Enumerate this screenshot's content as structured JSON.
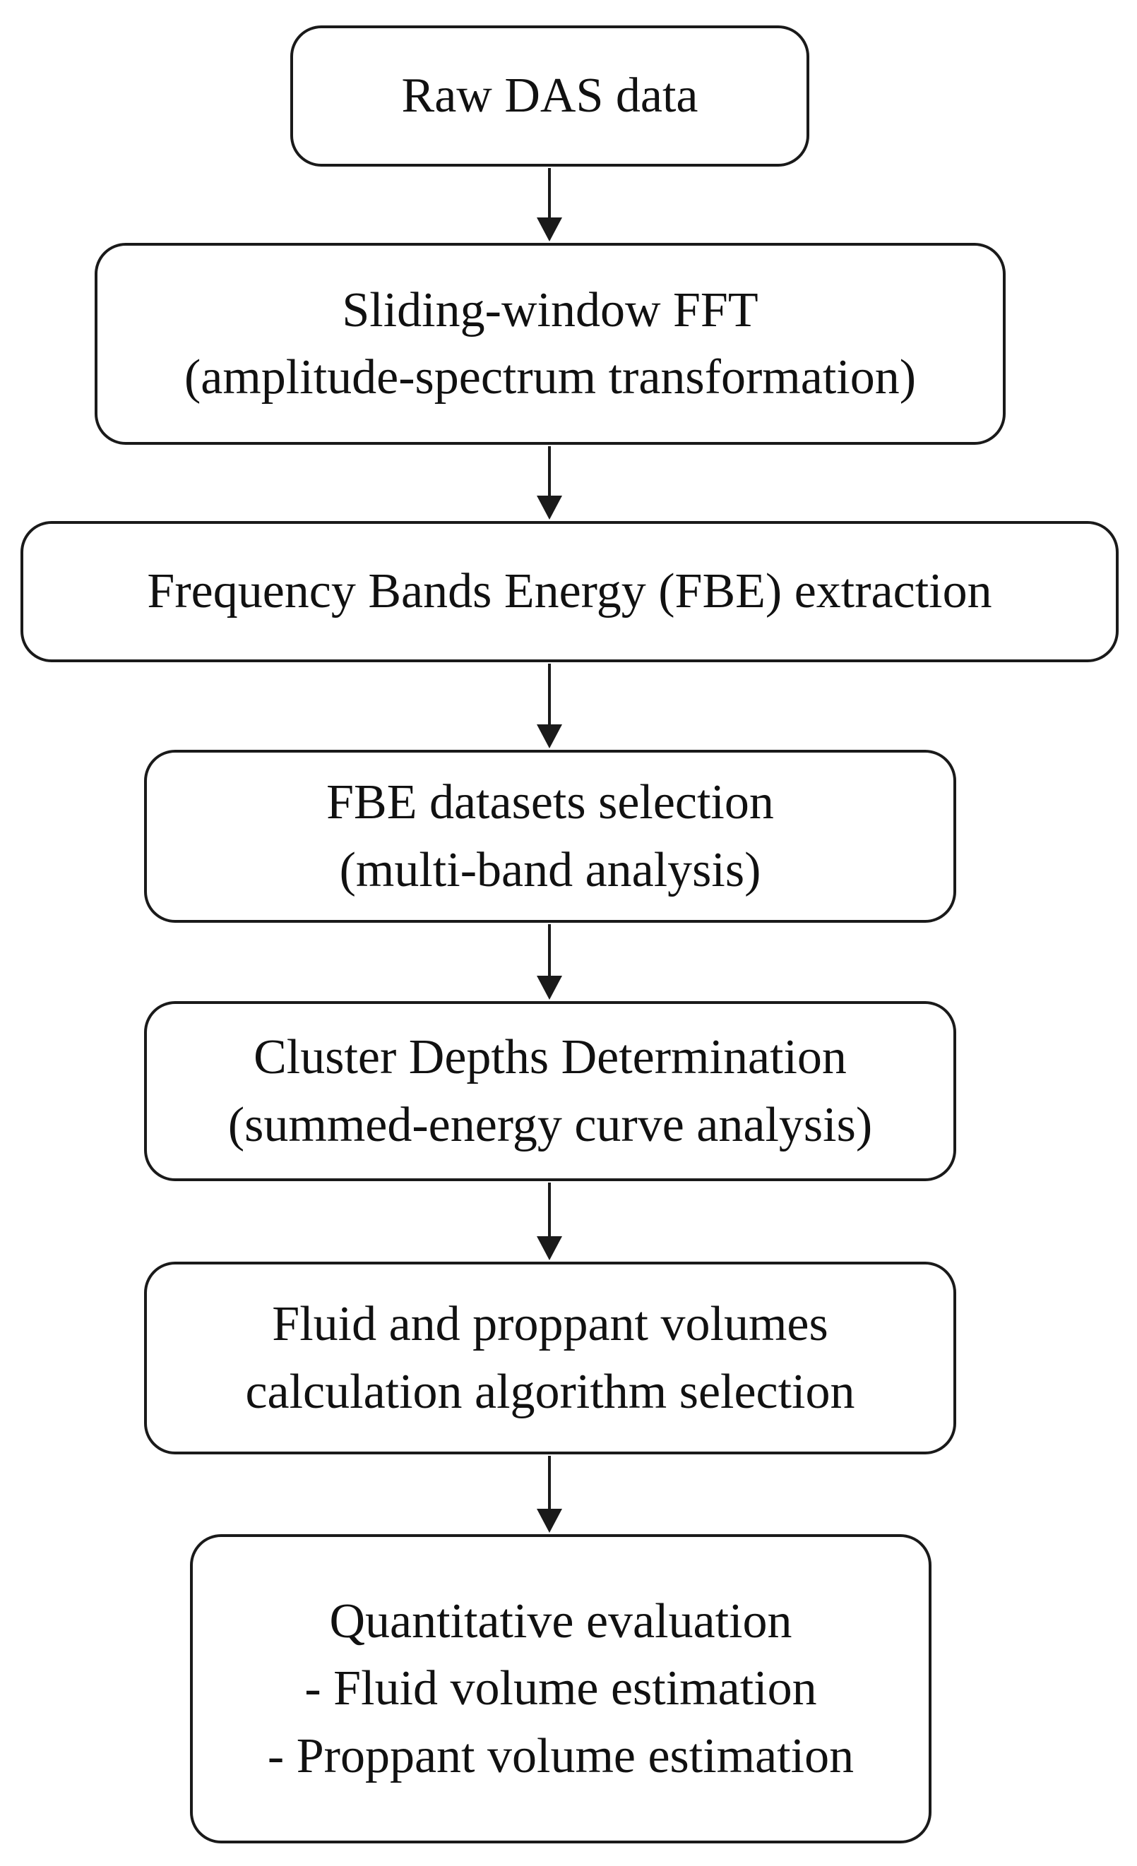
{
  "flowchart": {
    "nodes": [
      {
        "id": "n1",
        "lines": [
          "Raw DAS data"
        ]
      },
      {
        "id": "n2",
        "lines": [
          "Sliding-window FFT",
          "(amplitude-spectrum transformation)"
        ]
      },
      {
        "id": "n3",
        "lines": [
          "Frequency Bands Energy (FBE) extraction"
        ]
      },
      {
        "id": "n4",
        "lines": [
          "FBE datasets selection",
          "(multi-band analysis)"
        ]
      },
      {
        "id": "n5",
        "lines": [
          "Cluster Depths Determination",
          "(summed-energy curve analysis)"
        ]
      },
      {
        "id": "n6",
        "lines": [
          "Fluid and proppant volumes",
          "calculation algorithm selection"
        ]
      },
      {
        "id": "n7",
        "lines": [
          "Quantitative evaluation",
          "- Fluid volume estimation",
          "- Proppant volume estimation"
        ]
      }
    ],
    "edges": [
      {
        "from": "n1",
        "to": "n2"
      },
      {
        "from": "n2",
        "to": "n3"
      },
      {
        "from": "n3",
        "to": "n4"
      },
      {
        "from": "n4",
        "to": "n5"
      },
      {
        "from": "n5",
        "to": "n6"
      },
      {
        "from": "n6",
        "to": "n7"
      }
    ],
    "colors": {
      "stroke": "#1a1a1a",
      "text": "#111111",
      "background": "#ffffff"
    }
  }
}
